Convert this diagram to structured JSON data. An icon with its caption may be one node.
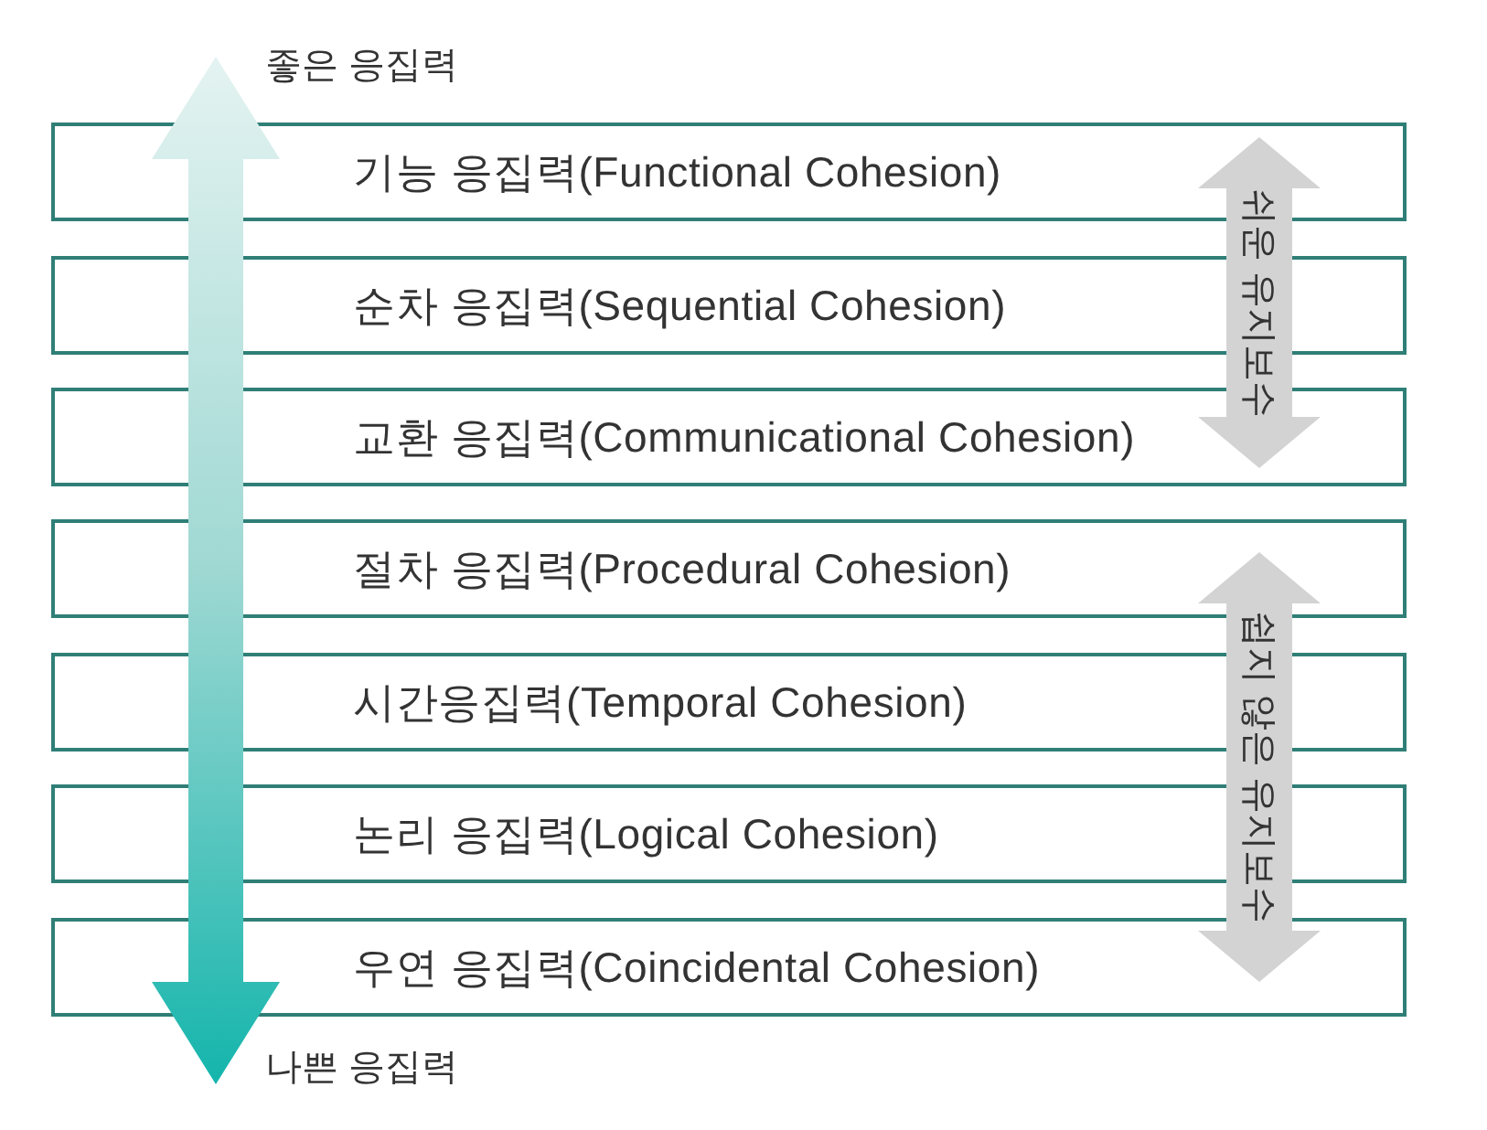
{
  "diagram": {
    "nodes": [
      {
        "text": [
          "기능 응집력(Functional Cohesion)"
        ]
      },
      {
        "text": [
          "순차 응집력(Sequential Cohesion)"
        ]
      },
      {
        "text": [
          "교환 응집력(Communicational Cohesion)"
        ]
      },
      {
        "text": [
          "절차 응집력(Procedural Cohesion)"
        ]
      },
      {
        "text": [
          "시간응집력(Temporal Cohesion)"
        ]
      },
      {
        "text": [
          "논리 응집력(Logical Cohesion)"
        ]
      },
      {
        "text": [
          "우연 응집력(Coincidental Cohesion)"
        ]
      },
      {
        "text": [
          "쉬운 유지보수"
        ]
      },
      {
        "text": [
          "쉽지 않은 유지보수"
        ]
      }
    ],
    "labels": [
      "좋은 응집력",
      "나쁜 응집력"
    ]
  }
}
